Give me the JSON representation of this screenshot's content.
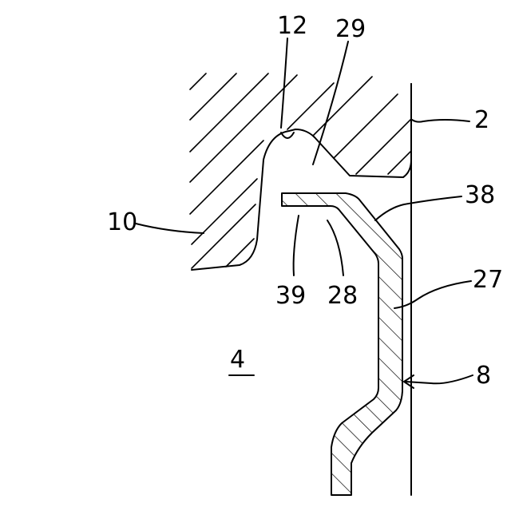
{
  "figure": {
    "background": "#ffffff",
    "ink": "#000000",
    "labels": {
      "l12": "12",
      "l29": "29",
      "l2": "2",
      "l38": "38",
      "l10": "10",
      "l39": "39",
      "l28": "28",
      "l27": "27",
      "l4": "4",
      "l8": "8"
    }
  }
}
